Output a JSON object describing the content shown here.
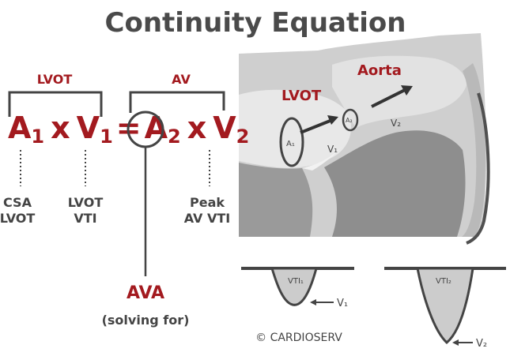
{
  "title": "Continuity Equation",
  "equation": {
    "bracket_lvot_label": "LVOT",
    "bracket_av_label": "AV",
    "a1_base": "A",
    "a1_sub": "1",
    "times_1": "x",
    "v1_base": "V",
    "v1_sub": "1",
    "equals": "=",
    "a2_base": "A",
    "a2_sub": "2",
    "times_2": "x",
    "v2_base": "V",
    "v2_sub": "2",
    "label_csa_line1": "CSA",
    "label_csa_line2": "LVOT",
    "label_lvot_vti_line1": "LVOT",
    "label_lvot_vti_line2": "VTI",
    "label_peak_line1": "Peak",
    "label_peak_line2": "AV VTI",
    "ava_label": "AVA",
    "ava_sub": "(solving for)"
  },
  "heart": {
    "lvot_label": "LVOT",
    "aorta_label": "Aorta",
    "a1_label": "A₁",
    "a2_label": "A₂",
    "v1_label": "V₁",
    "v2_label": "V₂"
  },
  "doppler": {
    "vti1_label": "VTI₁",
    "vti2_label": "VTI₂",
    "v1_arrow_label": "V₁",
    "v2_arrow_label": "V₂"
  },
  "copyright": "© CARDIOSERV",
  "colors": {
    "accent_red": "#a31a1f",
    "text_dark": "#444444"
  }
}
